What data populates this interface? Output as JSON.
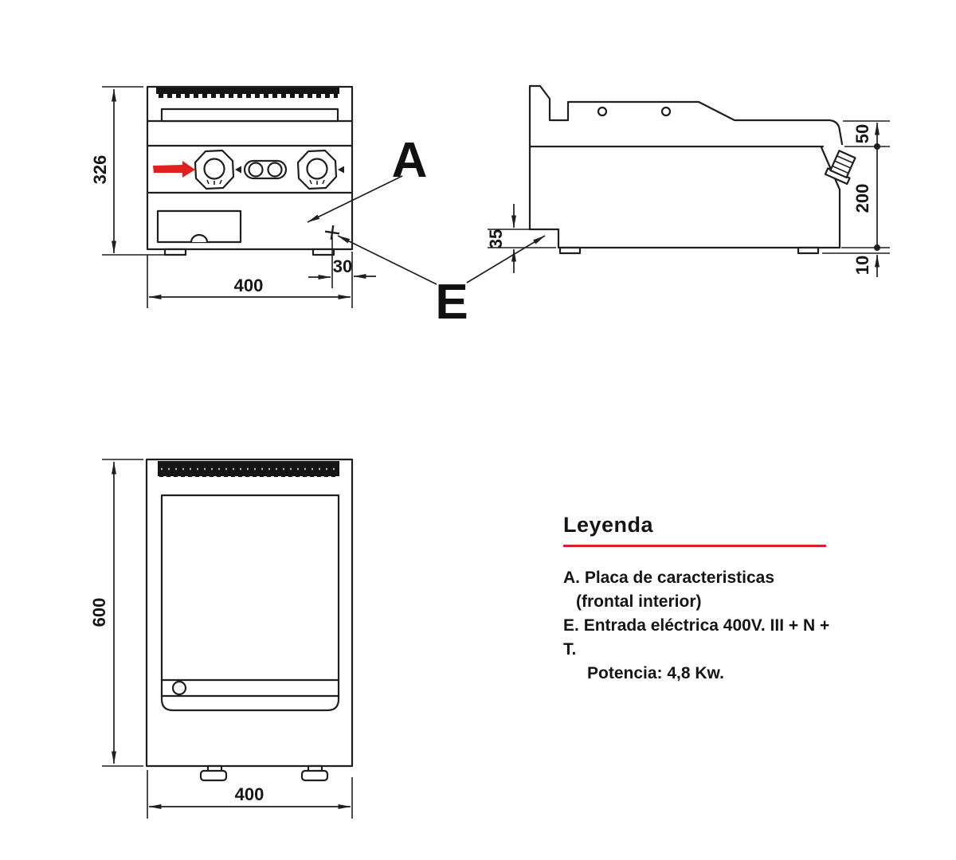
{
  "page": {
    "background": "#ffffff",
    "ink_color": "#1f1f1f",
    "accent_red": "#d8232a"
  },
  "views": {
    "front": {
      "name": "front-elevation",
      "dims": {
        "height": "326",
        "width": "400",
        "inlet_offset": "30"
      }
    },
    "side": {
      "name": "side-elevation",
      "dims": {
        "plate_band": "50",
        "body_height": "200",
        "feet_height": "10",
        "inlet_height": "35"
      }
    },
    "plan": {
      "name": "plan-view",
      "dims": {
        "depth": "600",
        "width": "400"
      }
    }
  },
  "callouts": {
    "plate_letter": "A",
    "electrical_letter": "E"
  },
  "legend": {
    "title": "Leyenda",
    "items": [
      {
        "code": "A.",
        "text": "Placa de caracteristicas",
        "sub": "(frontal interior)"
      },
      {
        "code": "E.",
        "text": "Entrada eléctrica 400V. III + N + T.",
        "sub": "Potencia: 4,8 Kw."
      }
    ]
  }
}
